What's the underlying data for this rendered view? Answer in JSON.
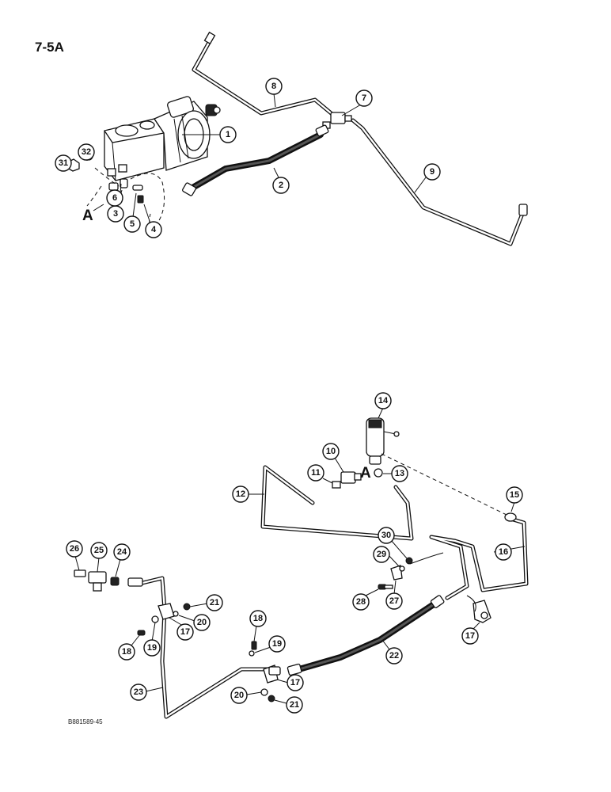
{
  "page_label": "7-5A",
  "drawing_number": "B881589-45",
  "reference_letter": "A",
  "callouts": {
    "c1": "1",
    "c2": "2",
    "c3": "3",
    "c4": "4",
    "c5": "5",
    "c6": "6",
    "c7": "7",
    "c8": "8",
    "c9": "9",
    "c10": "10",
    "c11": "11",
    "c12": "12",
    "c13": "13",
    "c14": "14",
    "c15": "15",
    "c16": "16",
    "c17": "17",
    "c18": "18",
    "c19": "19",
    "c20": "20",
    "c21": "21",
    "c22": "22",
    "c23": "23",
    "c24": "24",
    "c25": "25",
    "c26": "26",
    "c27": "27",
    "c28": "28",
    "c29": "29",
    "c30": "30",
    "c31": "31",
    "c32": "32"
  }
}
